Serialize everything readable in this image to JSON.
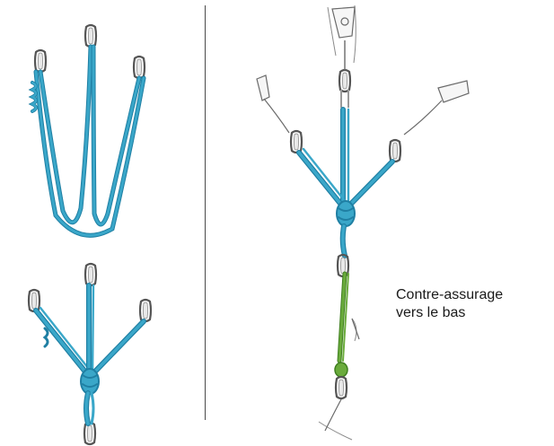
{
  "caption": {
    "line1": "Contre-assurage",
    "line2": "vers le bas"
  },
  "colors": {
    "rope_blue": "#3aa7c9",
    "rope_blue_dark": "#1f7fa3",
    "rope_green": "#6aab3c",
    "rope_green_dark": "#3f7f1f",
    "metal": "#9a9a9a",
    "metal_dark": "#555555",
    "divider": "#4a4a4a"
  },
  "panels": {
    "left_top": "cordelette-uncoiled",
    "left_bottom": "cordelette-tied",
    "right": "anchor-rig-with-downward-backup"
  }
}
